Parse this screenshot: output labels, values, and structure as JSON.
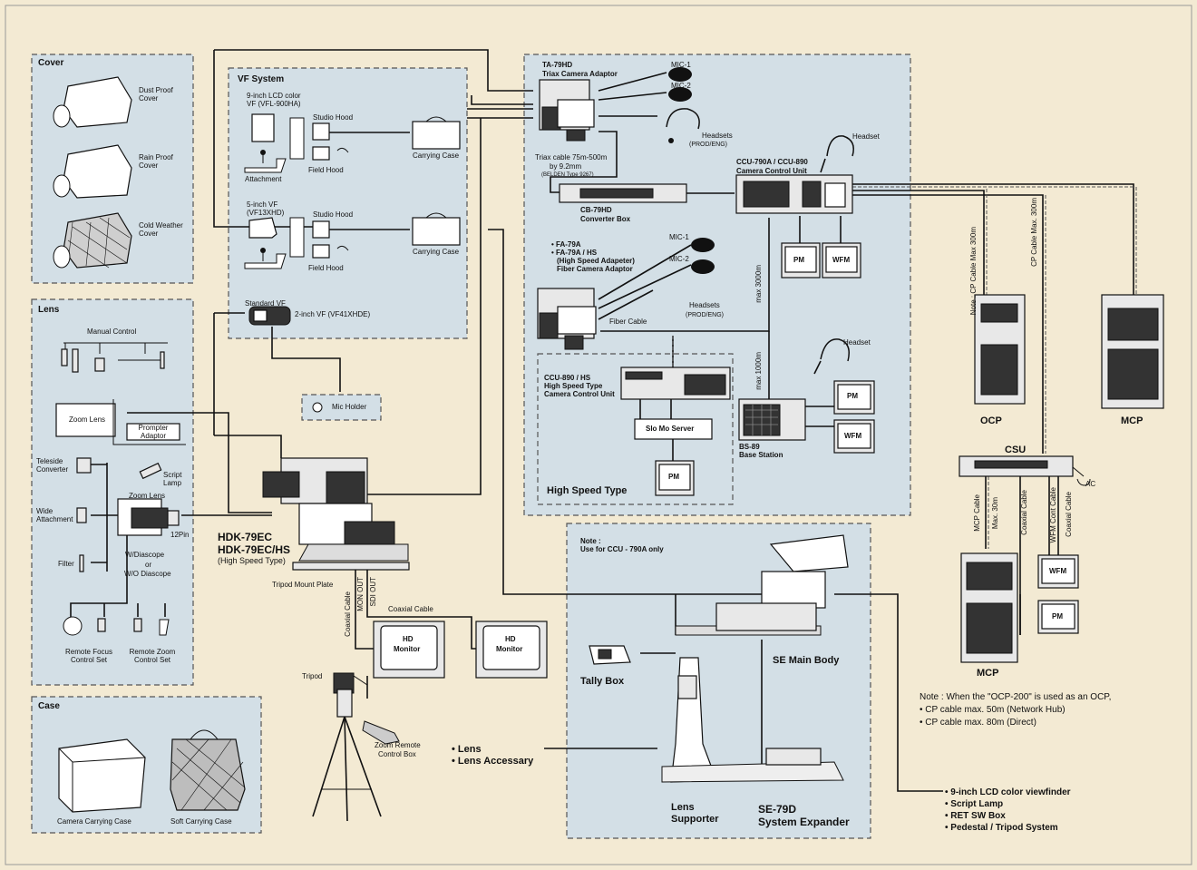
{
  "panels": {
    "cover": {
      "title": "Cover",
      "dust": "Dust Proof Cover",
      "rain": "Rain Proof Cover",
      "cold": "Cold Weather Cover"
    },
    "lens": {
      "title": "Lens",
      "manual": "Manual Control",
      "zoom_lens": "Zoom Lens",
      "prompter": "Prompter Adaptor",
      "teleside": "Teleside Converter",
      "script": "Script Lamp",
      "wide": "Wide Attachment",
      "zoom_lens2": "Zoom Lens",
      "pin": "12Pin",
      "filter": "Filter",
      "wdiascope": "W/Diascope",
      "or": "or",
      "wodiascope": "W/O Diascope",
      "rfocus": "Remote Focus Control Set",
      "rzoom": "Remote Zoom Control Set"
    },
    "case": {
      "title": "Case",
      "camera_case": "Camera Carrying Case",
      "soft_case": "Soft Carrying Case"
    },
    "vf": {
      "title": "VF System",
      "vf9": "9-inch LCD color VF (VFL-900HA)",
      "studio_hood1": "Studio Hood",
      "field_hood1": "Field Hood",
      "attachment": "Attachment",
      "carrying1": "Carrying Case",
      "vf5": "5-inch VF (VF13XHD)",
      "studio_hood2": "Studio Hood",
      "field_hood2": "Field Hood",
      "carrying2": "Carrying Case",
      "standard": "Standard VF",
      "vf2": "2-inch VF (VF41XHDE)"
    },
    "main": {
      "ta79": "TA-79HD",
      "ta79sub": "Triax Camera Adaptor",
      "mic1": "MIC-1",
      "mic2": "MIC-2",
      "headsets": "Headsets",
      "prodeng": "(PROD/ENG)",
      "triax1": "Triax cable 75m-500m",
      "triax2": "by   9.2mm",
      "belden": "(BELDEN Type 9267)",
      "cb79": "CB-79HD",
      "cb79sub": "Converter  Box",
      "ccu790": "CCU-790A / CCU-890",
      "ccusub": "Camera Control Unit",
      "headset": "Headset",
      "pm": "PM",
      "wfm": "WFM",
      "fa79a": "• FA-79A",
      "fa79hs": "• FA-79A / HS",
      "hsadapter": "(High Speed Adapeter)",
      "fiberadaptor": "Fiber Camera Adaptor",
      "mic1b": "MIC-1",
      "mic2b": "MIC-2",
      "headsets2": "Headsets",
      "prodeng2": "(PROD/ENG)",
      "fiber": "Fiber Cable",
      "max3000": "max 3000m",
      "max1000": "max 1000m",
      "bs89": "BS-89",
      "bs89sub": "Base Station",
      "headset2": "Headset"
    },
    "hs": {
      "ccu890hs": "CCU-890 / HS",
      "hstype": "High Speed Type",
      "ccu": "Camera Control Unit",
      "slomo": "Slo Mo Server",
      "pm": "PM",
      "title": "High Speed Type"
    },
    "right": {
      "cp300a": "Note : CP Cable Max 300m",
      "cp300b": "CP Cable Max. 300m",
      "ocp": "OCP",
      "mcp": "MCP",
      "csu": "CSU",
      "ac": "AC",
      "mcpcable": "MCP Cable",
      "max30": "Max. 30m",
      "coax": "Coaxial Cable",
      "wfmcont": "WFM Cont Cable",
      "coax2": "Coaxial Cable",
      "wfm": "WFM",
      "pm": "PM",
      "mcp2": "MCP",
      "note_head": "Note : When the \"OCP-200\" is used as an OCP,",
      "note1": "• CP cable max. 50m (Network Hub)",
      "note2": "• CP cable max. 80m (Direct)"
    },
    "se": {
      "note": "Note :",
      "note2": "Use for CCU - 790A only",
      "tally": "Tally Box",
      "main": "SE Main Body",
      "lens": "Lens",
      "supporter": "Supporter",
      "model": "SE-79D",
      "expander": "System Expander"
    },
    "camera": {
      "model1": "HDK-79EC",
      "model2": "HDK-79EC/HS",
      "hs": "(High Speed Type)",
      "mount": "Tripod Mount Plate",
      "tripod": "Tripod",
      "coax": "Coaxial Cable",
      "monout": "MON OUT",
      "sdiout": "SDI OUT",
      "coax2": "Coaxial Cable",
      "hdmon": "HD",
      "hdmon2": "Monitor",
      "hdmon3": "HD",
      "hdmon4": "Monitor",
      "micholder": "Mic Holder",
      "zoomremote": "Zoom Remote",
      "zoomremote2": "Control Box"
    },
    "lensacc": {
      "lens": "• Lens",
      "acc": "• Lens Accessary"
    },
    "options": {
      "o1": "• 9-inch LCD color viewfinder",
      "o2": "• Script Lamp",
      "o3": "• RET SW Box",
      "o4": "• Pedestal / Tripod System"
    }
  }
}
